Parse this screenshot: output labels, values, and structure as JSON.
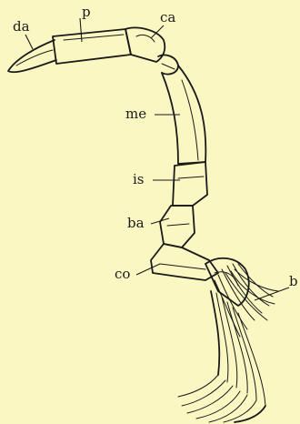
{
  "figure": {
    "labels": {
      "da": "da",
      "p": "p",
      "ca": "ca",
      "me": "me",
      "is": "is",
      "ba": "ba",
      "co": "co",
      "b": "b"
    },
    "colors": {
      "background": "#fbf7c3",
      "ink": "#1a1a1a"
    }
  }
}
